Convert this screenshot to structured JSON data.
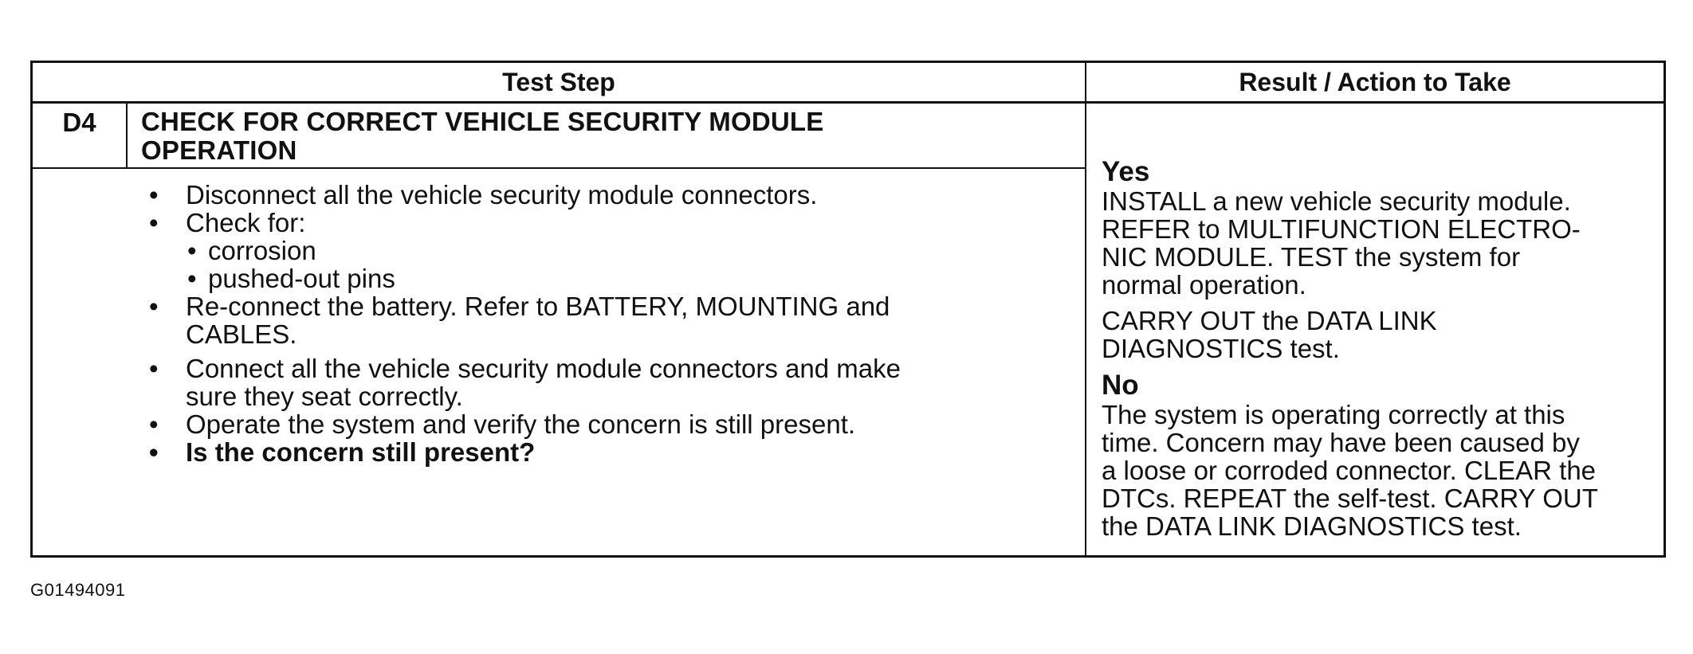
{
  "table": {
    "headers": {
      "test_step": "Test Step",
      "result": "Result / Action to Take"
    },
    "step": {
      "id": "D4",
      "title_line1": "CHECK FOR CORRECT VEHICLE SECURITY MODULE",
      "title_line2": "OPERATION",
      "bullets": {
        "b1": "Disconnect all the vehicle security module connectors.",
        "b2": "Check for:",
        "b2_sub1": "corrosion",
        "b2_sub2": "pushed-out pins",
        "b3_line1": "Re-connect the battery. Refer to BATTERY, MOUNTING and",
        "b3_line2": "CABLES.",
        "b4_line1": "Connect all the vehicle security module connectors and make",
        "b4_line2": "sure they seat correctly.",
        "b5": "Operate the system and verify the concern is still present.",
        "b6": "Is the concern still present?"
      }
    },
    "result": {
      "yes_head": "Yes",
      "yes_p1_line1": "INSTALL a new vehicle security module.",
      "yes_p1_line2": "REFER to MULTIFUNCTION ELECTRO-",
      "yes_p1_line3": "NIC MODULE. TEST the system for",
      "yes_p1_line4": "normal operation.",
      "yes_p2_line1": "CARRY OUT the DATA LINK",
      "yes_p2_line2": "DIAGNOSTICS test.",
      "no_head": "No",
      "no_line1": "The system is operating correctly at this",
      "no_line2": "time. Concern may have been caused by",
      "no_line3": "a loose or corroded connector. CLEAR the",
      "no_line4": "DTCs. REPEAT the self-test. CARRY OUT",
      "no_line5": "the DATA LINK DIAGNOSTICS test."
    }
  },
  "figure_id": "G01494091"
}
